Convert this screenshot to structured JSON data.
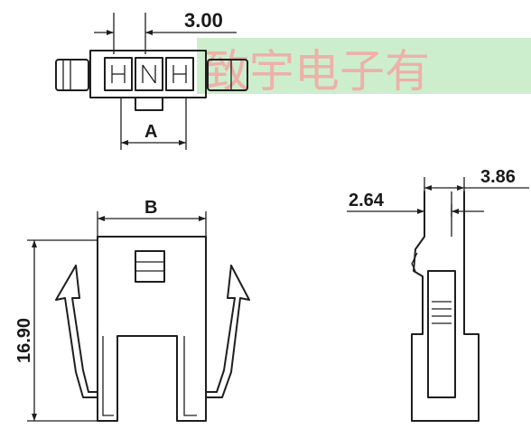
{
  "dimensions": {
    "pitch": "3.00",
    "width_a": "A",
    "width_b": "B",
    "height": "16.90",
    "side_top": "3.86",
    "side_left": "2.64"
  },
  "watermark": {
    "text": "致宇电子有"
  },
  "colors": {
    "line": "#1e1e1e",
    "watermark_band": "#c9efc9",
    "watermark_text": "#f2a7a3"
  }
}
